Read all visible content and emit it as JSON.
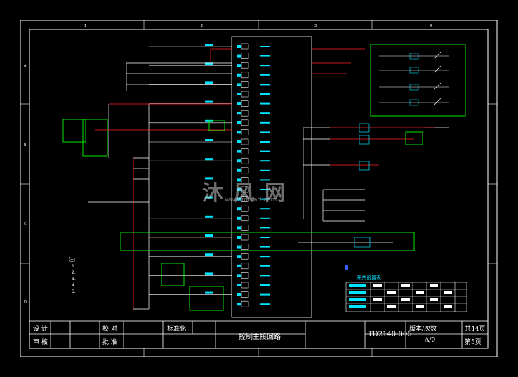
{
  "colors": {
    "background": "#000000",
    "frame": "#ffffff",
    "wire": "#ffffff",
    "wire_red": "#ff2020",
    "component_cyan": "#00e5ff",
    "highlight_green": "#00ff00",
    "annotation_blue": "#3060ff"
  },
  "grid_labels": {
    "columns": [
      "1",
      "2",
      "3",
      "4"
    ],
    "rows": [
      "A",
      "B",
      "C",
      "D"
    ]
  },
  "title_block": {
    "design_label": "设 计",
    "check_label": "校 对",
    "standard_label": "标准化",
    "review_label": "审 核",
    "approve_label": "批 准",
    "drawing_title": "控制主接回路",
    "drawing_number": "TD2140-005",
    "version_label": "版本/次数",
    "version_value": "A/0",
    "total_pages": "共44页",
    "page_number": "第5页"
  },
  "watermark": {
    "text": "沐 风 网",
    "url": "www.mfcad.com"
  },
  "notes": {
    "heading": "注:",
    "lines": [
      "1.",
      "2.",
      "3.",
      "4.",
      "5."
    ]
  },
  "right_block": {
    "blue_note": "■",
    "table_caption": "开关设置表"
  },
  "icons": [
    "relay-coil-icon",
    "contact-icon",
    "terminal-icon"
  ]
}
